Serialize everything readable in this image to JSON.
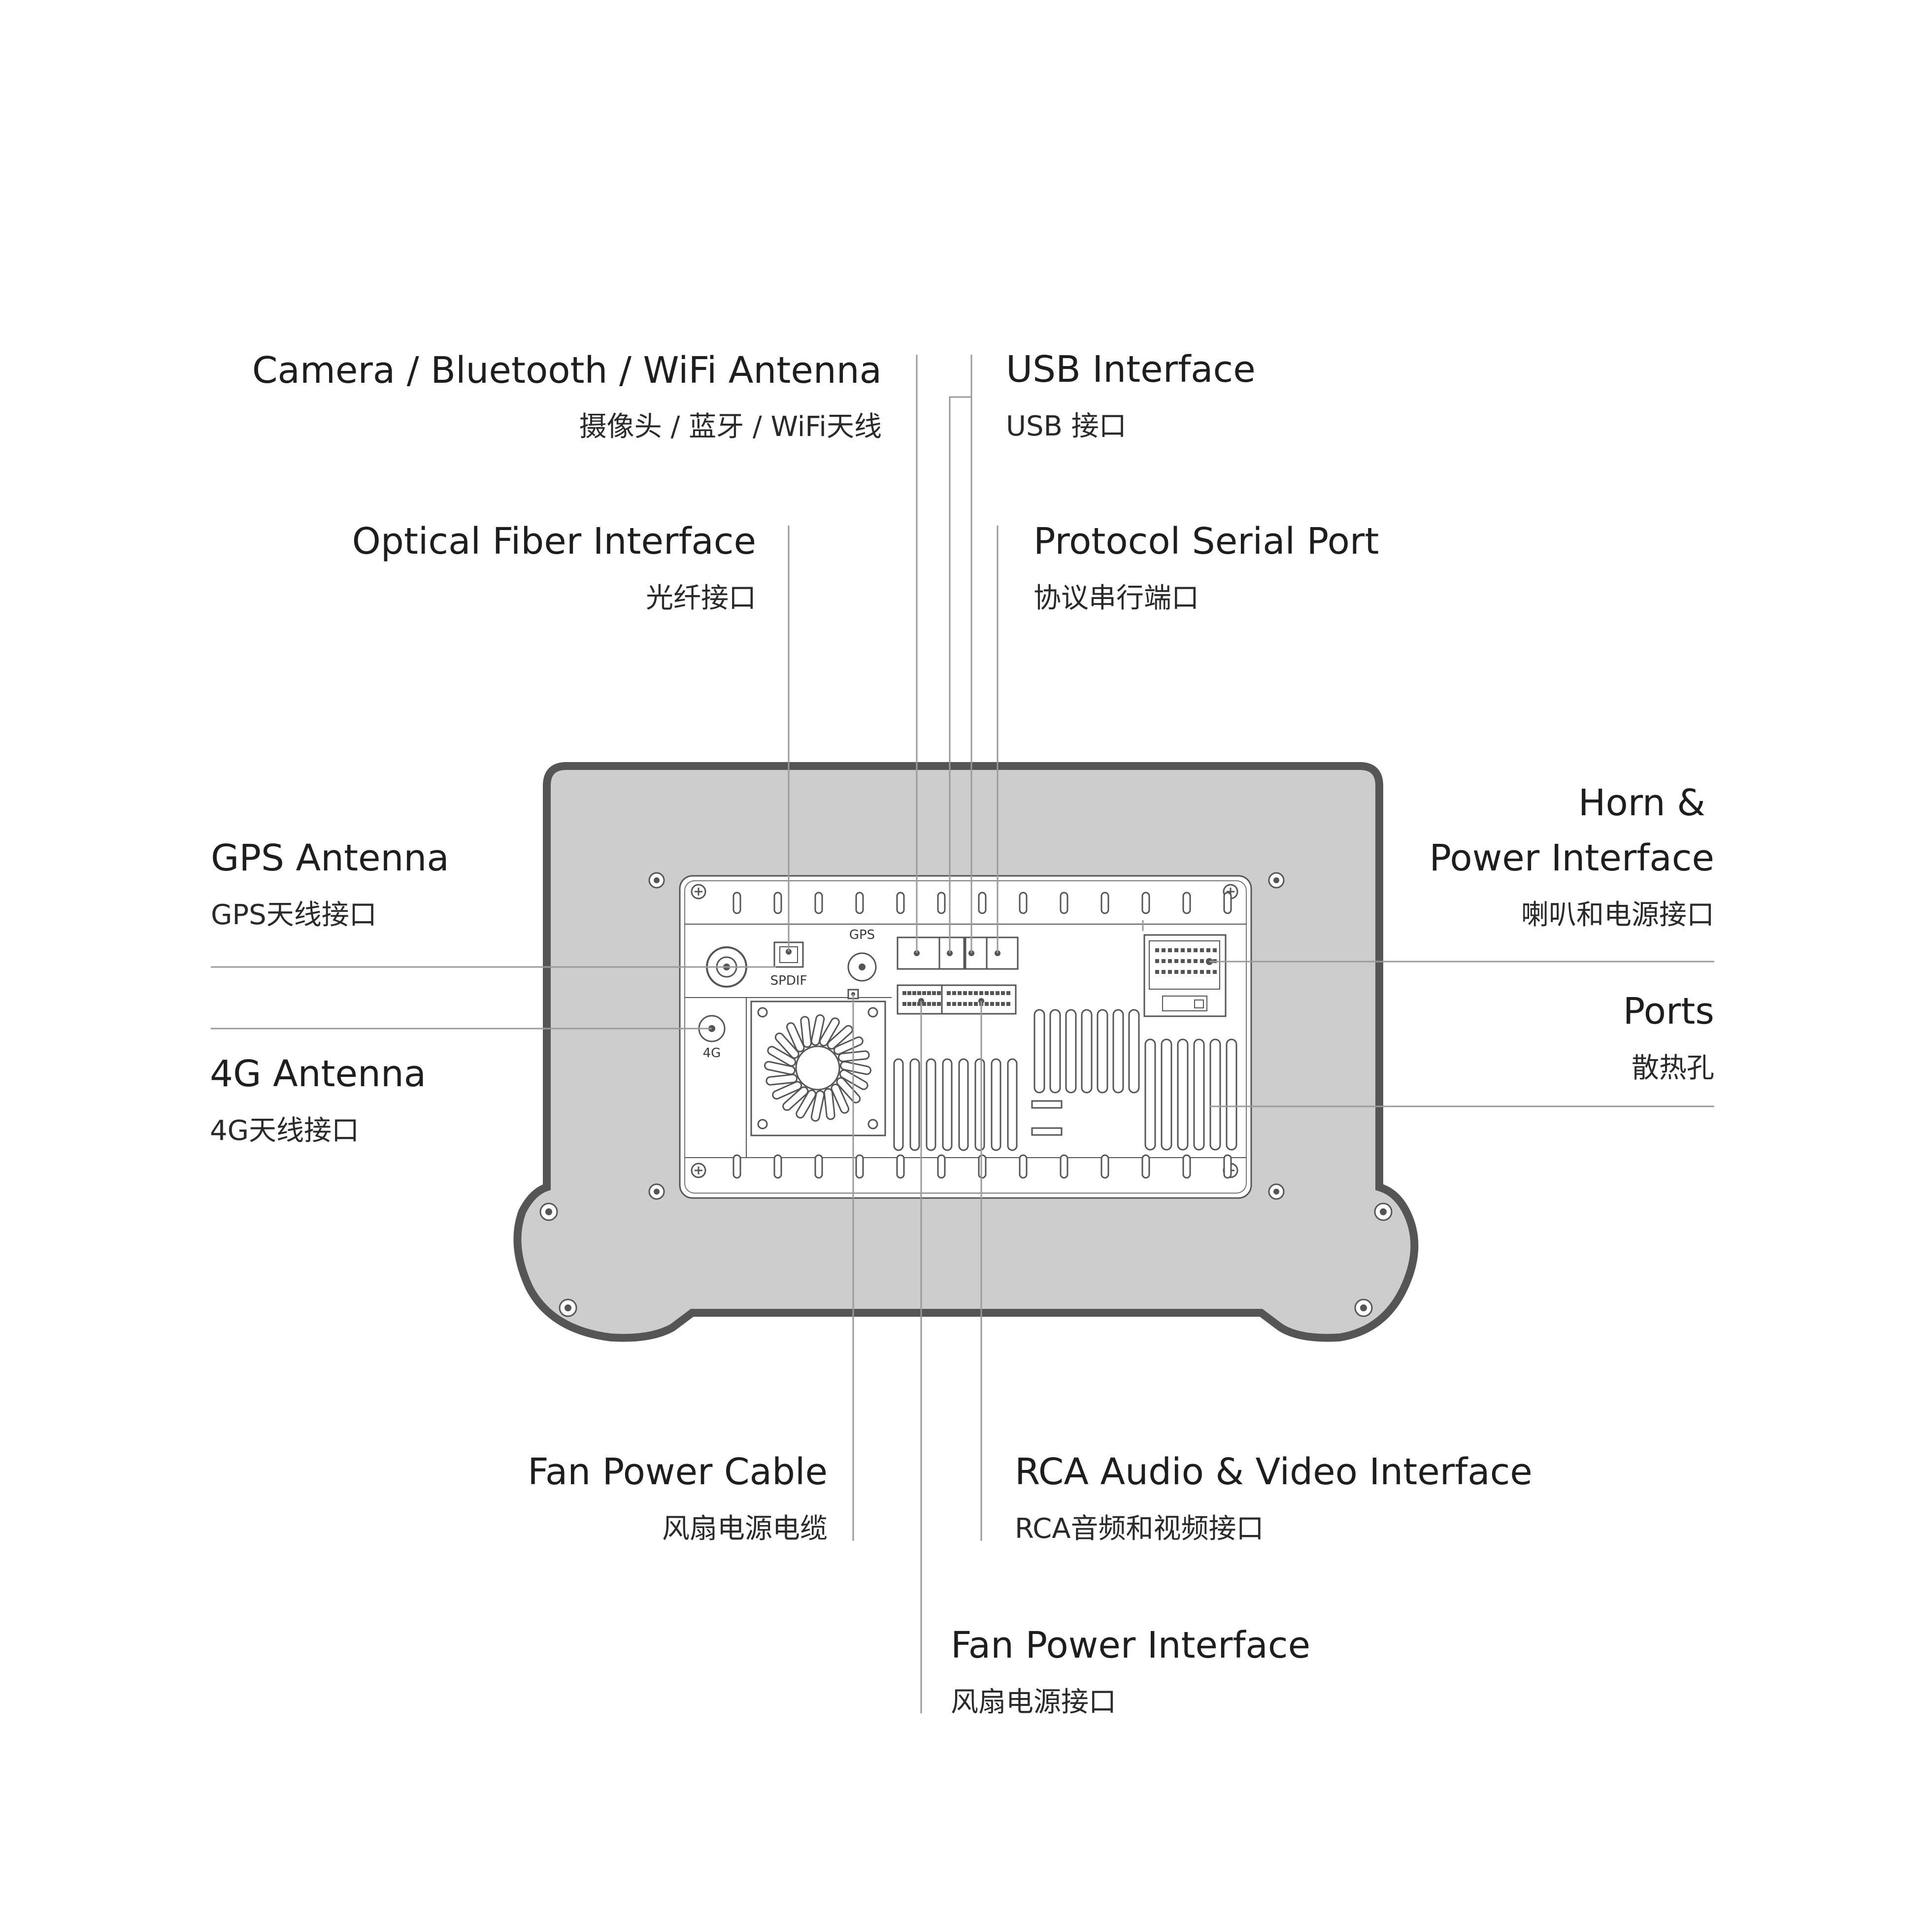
{
  "callouts": {
    "camera_bt_wifi": {
      "en": "Camera / Bluetooth / WiFi Antenna",
      "cn": "摄像头 / 蓝牙 / WiFi天线"
    },
    "usb": {
      "en": "USB Interface",
      "cn": "USB 接口"
    },
    "optical": {
      "en": "Optical Fiber Interface",
      "cn": "光纤接口"
    },
    "serial": {
      "en": "Protocol Serial Port",
      "cn": "协议串行端口"
    },
    "gps": {
      "en": "GPS Antenna",
      "cn": "GPS天线接口"
    },
    "horn_power": {
      "en1": "Horn &",
      "en2": "Power Interface",
      "cn": "喇叭和电源接口"
    },
    "ports": {
      "en": "Ports",
      "cn": "散热孔"
    },
    "antenna_4g": {
      "en": "4G Antenna",
      "cn": "4G天线接口"
    },
    "fan_cable": {
      "en": "Fan Power Cable",
      "cn": "风扇电源电缆"
    },
    "rca": {
      "en": "RCA Audio & Video Interface",
      "cn": "RCA音频和视频接口"
    },
    "fan_interface": {
      "en": "Fan Power Interface",
      "cn": "风扇电源接口"
    }
  },
  "device_labels": {
    "spdif": "SPDIF",
    "gps": "GPS",
    "g4": "4G"
  },
  "colors": {
    "housing": "#cdcdcd",
    "outline": "#555555",
    "panel": "#ffffff",
    "leader": "#9a9a9a"
  }
}
